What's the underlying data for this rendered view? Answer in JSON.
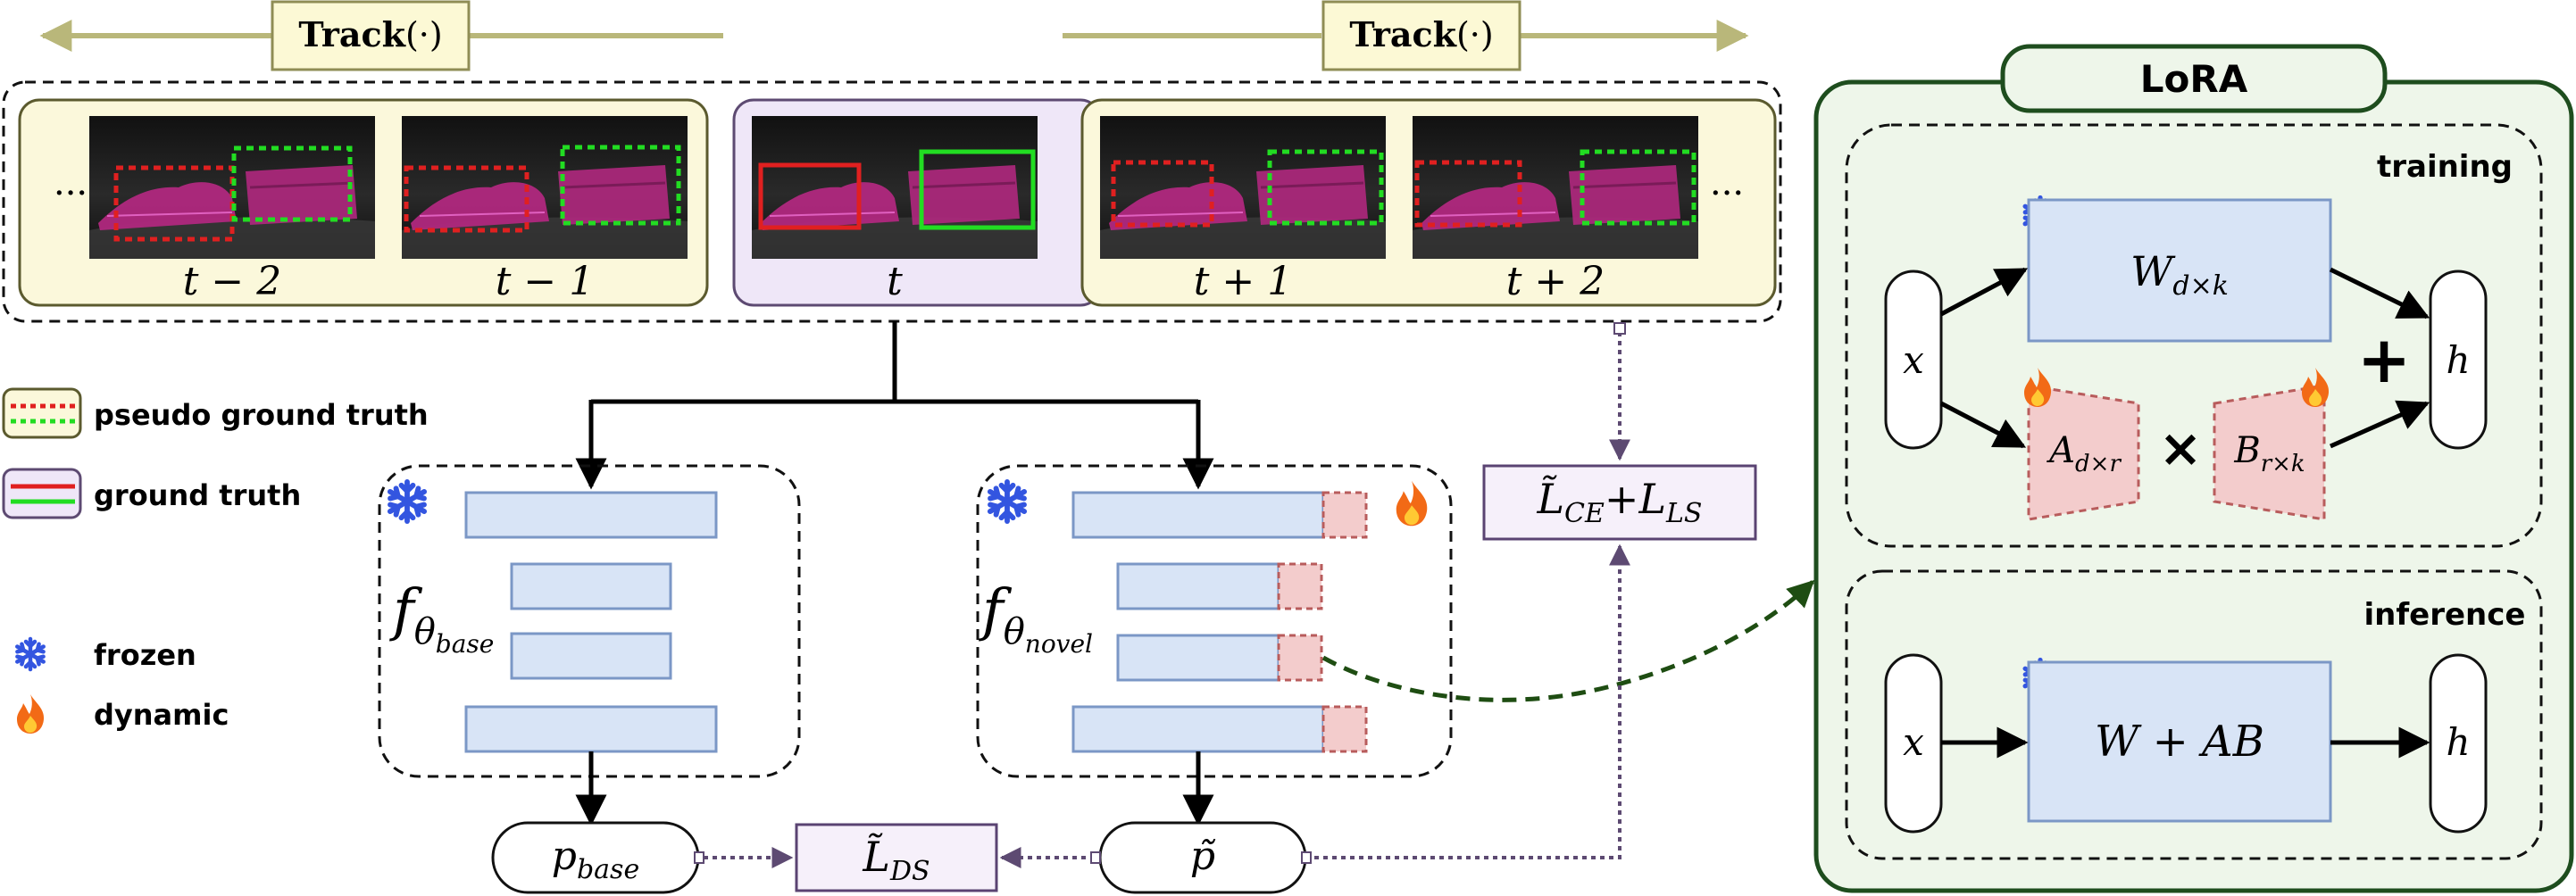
{
  "track": {
    "left_label": "Track",
    "left_arg": "(·)",
    "right_label": "Track",
    "right_arg": "(·)"
  },
  "frames": {
    "ellipsis": "···",
    "prev": [
      {
        "label": "t − 2"
      },
      {
        "label": "t − 1"
      }
    ],
    "current": {
      "label": "t"
    },
    "next": [
      {
        "label": "t + 1"
      },
      {
        "label": "t + 2"
      }
    ]
  },
  "legend": {
    "pseudo_ground_truth": "pseudo ground truth",
    "ground_truth": "ground truth",
    "frozen": "frozen",
    "dynamic": "dynamic"
  },
  "models": {
    "base": {
      "f": "f",
      "theta": "θ",
      "sub": "base"
    },
    "novel": {
      "f": "f",
      "theta": "θ",
      "sub": "novel"
    }
  },
  "outputs": {
    "p_base": {
      "p": "p",
      "sub": "base"
    },
    "p_tilde": {
      "p": "p̃"
    },
    "loss_ds": {
      "L": "L̃",
      "sub": "DS"
    },
    "loss_ce_ls": {
      "L1": "L̃",
      "sub1": "CE",
      "plus": "+",
      "L2": "L",
      "sub2": "LS"
    }
  },
  "lora": {
    "title": "LoRA",
    "training": {
      "label": "training",
      "x": "x",
      "h": "h",
      "W": "W",
      "W_sub": "d×k",
      "A": "A",
      "A_sub": "d×r",
      "B": "B",
      "B_sub": "r×k",
      "times": "×",
      "plus": "+"
    },
    "inference": {
      "label": "inference",
      "x": "x",
      "h": "h",
      "W_plus_AB": "W + AB"
    }
  },
  "colors": {
    "track_fill": "#fcf9d5",
    "frame_group_fill": "#fbf8db",
    "current_fill": "#efe7f8",
    "block_fill": "#d8e4f6",
    "block_stroke": "#7b97c6",
    "lora_adapter_fill": "#f3cccc",
    "lora_adapter_stroke": "#b85c5c",
    "lora_fill": "#eef6ea",
    "lora_stroke": "#1e4d1e",
    "loss_fill": "#f6f0fa",
    "loss_stroke": "#5a4372",
    "snowflake": "#3355e0",
    "pseudo_red": "#e02020",
    "pseudo_green": "#22dd22",
    "dashed_green": "#1e4d12",
    "dotted_purple": "#5d4a72"
  }
}
